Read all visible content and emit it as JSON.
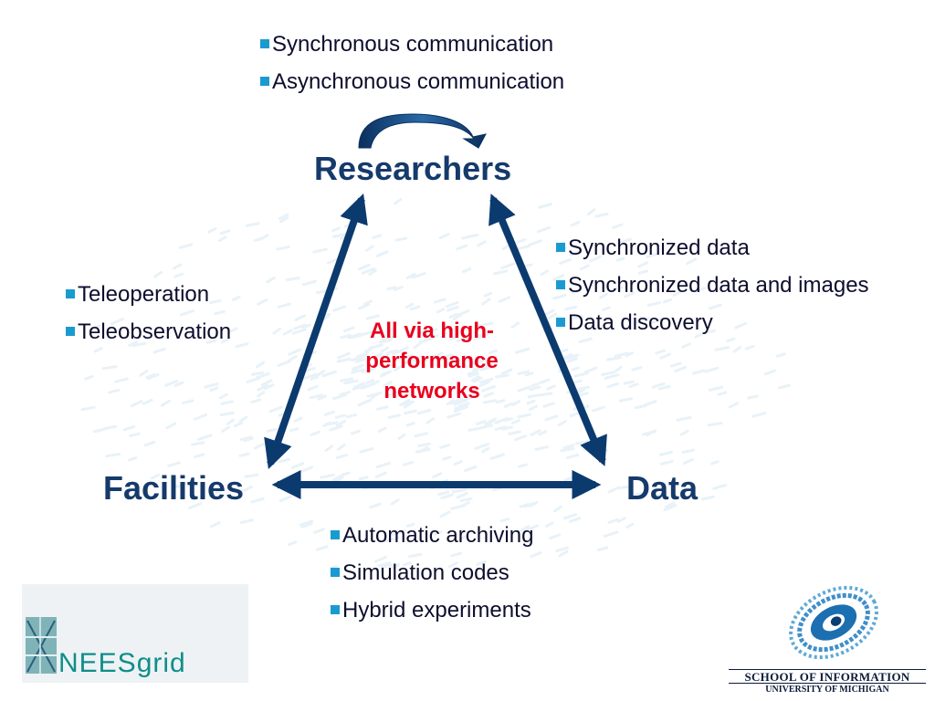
{
  "top_list": [
    "Synchronous communication",
    "Asynchronous communication"
  ],
  "nodes": {
    "researchers": "Researchers",
    "facilities": "Facilities",
    "data": "Data"
  },
  "left_list": [
    "Teleoperation",
    "Teleobservation"
  ],
  "right_list": [
    "Synchronized data",
    "Synchronized data and images",
    "Data discovery"
  ],
  "bottom_list": [
    "Automatic archiving",
    "Simulation codes",
    "Hybrid experiments"
  ],
  "center_note": "All via high-performance networks",
  "logos": {
    "nees_text": "NEES",
    "nees_suffix": "grid",
    "school_name": "SCHOOL OF INFORMATION",
    "university": "UNIVERSITY OF MICHIGAN"
  },
  "colors": {
    "arrow": "#0b3a6f",
    "bullet": "#1a9bd0",
    "node_text": "#153a6b",
    "center_note": "#e8001c",
    "nees_teal": "#0e8e8a"
  }
}
